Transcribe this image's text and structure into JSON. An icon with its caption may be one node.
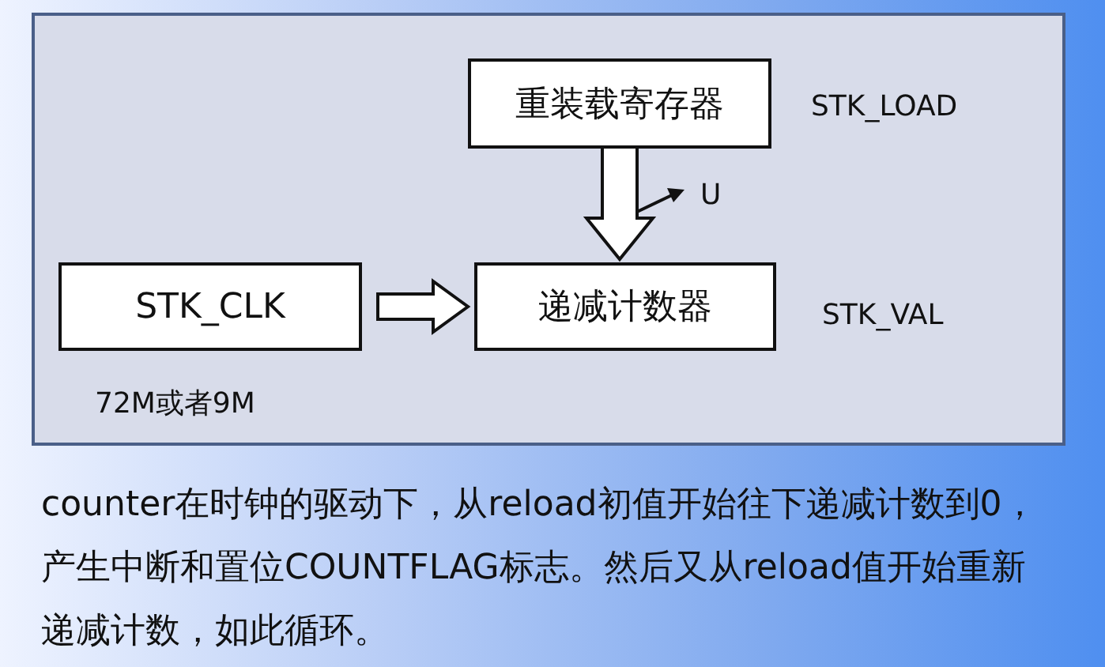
{
  "diagram": {
    "nodes": [
      {
        "text": [
          "重装载寄存器"
        ],
        "beside": [
          "STK_LOAD"
        ]
      },
      {
        "text": [
          "STK_CLK"
        ],
        "beside": [
          "72M或者9M"
        ]
      },
      {
        "text": [
          "递减计数器"
        ],
        "beside": [
          "STK_VAL"
        ]
      }
    ],
    "edges": [
      {
        "from": 0,
        "to": 2,
        "arrow": "to"
      },
      {
        "from": 1,
        "to": 2,
        "arrow": "to"
      }
    ],
    "labels": [
      "U",
      "counter在时钟的驱动下，从reload初值开始往下递减计数到0，产生中断和置位COUNTFLAG标志。然后又从reload值开始重新递减计数，如此循环。"
    ]
  }
}
